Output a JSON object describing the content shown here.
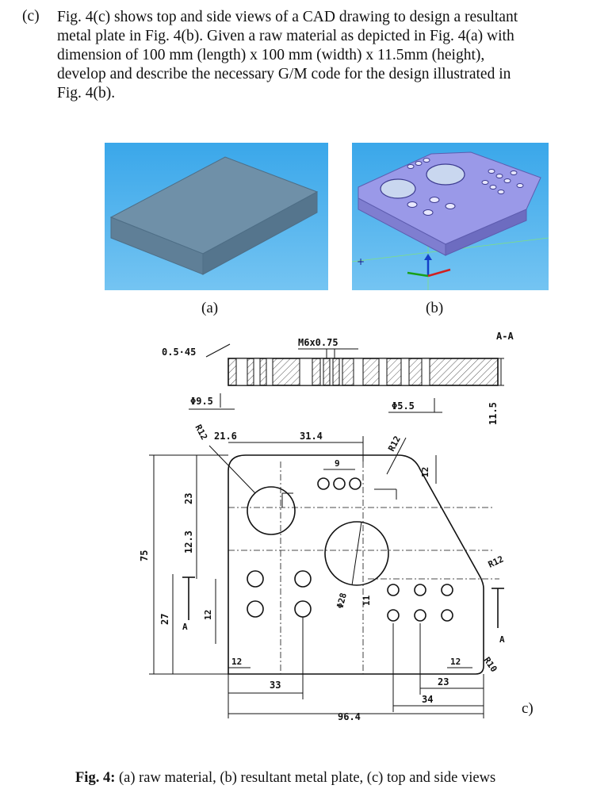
{
  "question": {
    "label": "(c)",
    "lines": [
      "Fig. 4(c) shows top and side views of a CAD drawing to design a resultant",
      "metal plate in Fig. 4(b). Given a raw material as depicted in Fig. 4(a) with",
      "dimension of 100 mm (length)   x 100 mm (width) x 11.5mm (height),",
      "develop and describe the necessary G/M code for the design illustrated in",
      "Fig. 4(b)."
    ]
  },
  "figures": {
    "a_label": "(a)",
    "b_label": "(b)",
    "c_label": "c)"
  },
  "drawing": {
    "section_label": "A-A",
    "chamfer": "0.5·45",
    "thread": "M6x0.75",
    "dia_9_5": "Φ9.5",
    "dia_5_5": "Φ5.5",
    "height": "11.5",
    "r12_left": "R12",
    "r12_top": "R12",
    "r12_right": "R12",
    "r10": "R10",
    "dim_21_6": "21.6",
    "dim_31_4": "31.4",
    "dim_9": "9",
    "dim_12_top": "12",
    "dim_23_left": "23",
    "dim_12_3": "12.3",
    "dim_75": "75",
    "dim_27": "27",
    "dim_12_left": "12",
    "dia_28": "Φ28",
    "dim_11": "11",
    "dim_12_bottom_left": "12",
    "dim_33": "33",
    "dim_12_bottom_right": "12",
    "dim_23_bottom": "23",
    "dim_34": "34",
    "dim_96_4": "96.4",
    "section_a": "A",
    "section_a_right": "A"
  },
  "caption": {
    "bold": "Fig. 4:",
    "text": " (a) raw material, (b) resultant metal plate, (c) top and side views"
  },
  "colors": {
    "viewport_blue": "#39a5e6",
    "plate_purple": "#9a99e8",
    "block_blue": "#6f8fa6"
  }
}
